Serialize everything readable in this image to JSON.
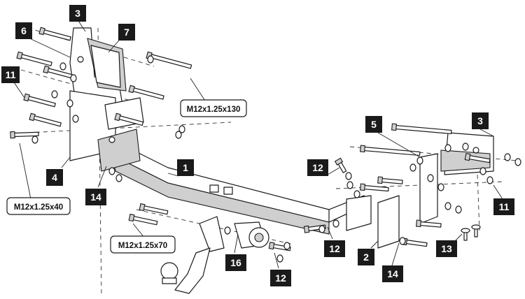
{
  "part_labels": {
    "p1": "1",
    "p2": "2",
    "p3a": "3",
    "p3b": "3",
    "p4": "4",
    "p5": "5",
    "p6": "6",
    "p7": "7",
    "p11a": "11",
    "p11b": "11",
    "p12a": "12",
    "p12b": "12",
    "p12c": "12",
    "p13": "13",
    "p14a": "14",
    "p14b": "14",
    "p16": "16"
  },
  "bolt_specs": {
    "m130": "M12x1.25x130",
    "m40": "M12x1.25x40",
    "m70": "M12x1.25x70"
  },
  "colors": {
    "label_bg": "#1a1a1a",
    "label_text": "#ffffff",
    "line": "#1a1a1a",
    "background": "#ffffff"
  }
}
